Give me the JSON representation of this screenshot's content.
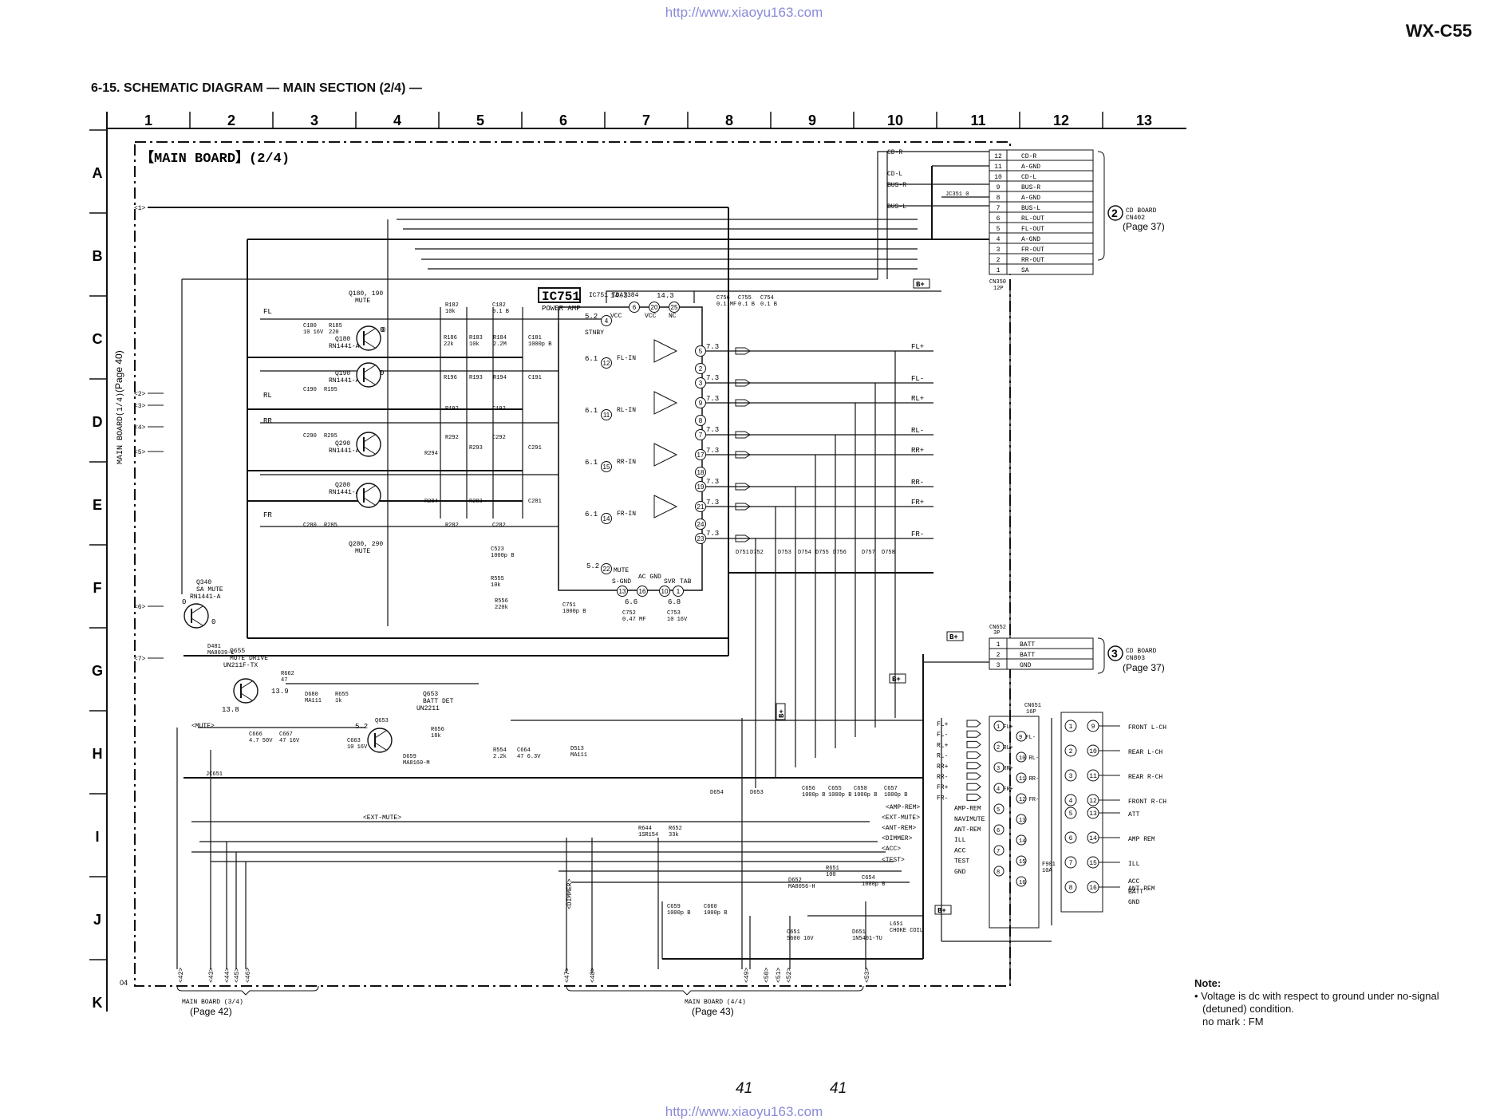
{
  "header": {
    "url_top": "http://www.xiaoyu163.com",
    "url_bottom": "http://www.xiaoyu163.com",
    "model": "WX-C55",
    "title": "6-15. SCHEMATIC DIAGRAM — MAIN SECTION (2/4) —"
  },
  "grid": {
    "columns": [
      "1",
      "2",
      "3",
      "4",
      "5",
      "6",
      "7",
      "8",
      "9",
      "10",
      "11",
      "12",
      "13"
    ],
    "rows": [
      "A",
      "B",
      "C",
      "D",
      "E",
      "F",
      "G",
      "H",
      "I",
      "J",
      "K"
    ]
  },
  "board": {
    "label": "【MAIN BOARD】(2/4)",
    "left_ref": "MAIN BOARD(1/4)",
    "left_page": "(Page 40)",
    "corner": "04"
  },
  "ic": {
    "name": "IC751",
    "part": "IC751 TDA7384",
    "desc": "POWER AMP",
    "vcc_labels": [
      "VCC",
      "VCC",
      "NC"
    ],
    "stby": "STNBY",
    "inputs": [
      "FL-IN",
      "RL-IN",
      "RR-IN",
      "FR-IN"
    ],
    "bottom_labels": [
      "MUTE",
      "S-GND",
      "AC GND",
      "SVR",
      "TAB"
    ],
    "voltages": [
      "14.3",
      "14.3",
      "5.2",
      "6.1",
      "6.1",
      "6.1",
      "6.1",
      "7.3",
      "7.3",
      "7.3",
      "7.3",
      "7.3",
      "7.3",
      "7.3",
      "7.3",
      "5.2",
      "6.6",
      "6.8"
    ]
  },
  "signals_left": [
    "FL",
    "RL",
    "RR",
    "FR"
  ],
  "outputs": [
    "FL+",
    "FL-",
    "RL+",
    "RL-",
    "RR+",
    "RR-",
    "FR+",
    "FR-"
  ],
  "transistors": [
    {
      "ref": "Q180, 190",
      "desc": "MUTE"
    },
    {
      "ref": "Q180",
      "part": "RN1441-A"
    },
    {
      "ref": "Q190",
      "part": "RN1441-A"
    },
    {
      "ref": "Q290",
      "part": "RN1441-A"
    },
    {
      "ref": "Q280",
      "part": "RN1441-A"
    },
    {
      "ref": "Q280, 290",
      "desc": "MUTE"
    },
    {
      "ref": "Q340",
      "desc": "SA MUTE",
      "part": "RN1441-A"
    },
    {
      "ref": "Q655",
      "desc": "MUTE DRIVE",
      "part": "UN211F-TX"
    },
    {
      "ref": "Q653",
      "desc": "BATT DET",
      "part": "UN2211"
    }
  ],
  "cn350": {
    "name": "CN350",
    "size": "12P",
    "pins": [
      {
        "num": "12",
        "label": "CD-R"
      },
      {
        "num": "11",
        "label": "A-GND"
      },
      {
        "num": "10",
        "label": "CD-L"
      },
      {
        "num": "9",
        "label": "BUS-R"
      },
      {
        "num": "8",
        "label": "A-GND"
      },
      {
        "num": "7",
        "label": "BUS-L"
      },
      {
        "num": "6",
        "label": "RL-OUT"
      },
      {
        "num": "5",
        "label": "FL-OUT"
      },
      {
        "num": "4",
        "label": "A-GND"
      },
      {
        "num": "3",
        "label": "FR-OUT"
      },
      {
        "num": "2",
        "label": "RR-OUT"
      },
      {
        "num": "1",
        "label": "SA"
      }
    ],
    "nets": [
      "CD-R",
      "CD-L",
      "BUS-R",
      "BUS-L"
    ],
    "jumper": "JC351  0"
  },
  "ref2": {
    "num": "2",
    "board": "CD BOARD",
    "conn": "CN402",
    "page": "(Page 37)"
  },
  "cn652": {
    "name": "CN652",
    "size": "3P",
    "pins": [
      {
        "num": "1",
        "label": "BATT"
      },
      {
        "num": "2",
        "label": "BATT"
      },
      {
        "num": "3",
        "label": "GND"
      }
    ]
  },
  "ref3": {
    "num": "3",
    "board": "CD BOARD",
    "conn": "CN803",
    "page": "(Page 37)"
  },
  "cn651": {
    "name": "CN651",
    "size": "16P",
    "left_labels": [
      "FL+",
      "FL-",
      "RL+",
      "RL-",
      "RR+",
      "RR-",
      "FR+",
      "FR-",
      "AMP-REM",
      "NAVIMUTE",
      "ANT-REM",
      "ILL",
      "ACC",
      "TEST",
      "GND"
    ],
    "pins": [
      "1 FL+",
      "9 FL-",
      "2 RL+",
      "10 RL-",
      "3 RR+",
      "11 RR-",
      "4 FR+",
      "12 FR-",
      "5",
      "13",
      "6",
      "14",
      "7",
      "15",
      "8",
      "16"
    ]
  },
  "plug": {
    "rows": [
      {
        "a": "1",
        "b": "9",
        "label": "FRONT L-CH"
      },
      {
        "a": "2",
        "b": "10",
        "label": "REAR L-CH"
      },
      {
        "a": "3",
        "b": "11",
        "label": "REAR R-CH"
      },
      {
        "a": "4",
        "b": "12",
        "label": "FRONT R-CH"
      },
      {
        "a": "5",
        "b": "13",
        "label": "ATT"
      },
      {
        "a": "6",
        "b": "14",
        "label": "AMP REM"
      },
      {
        "a": "7",
        "b": "15",
        "label": "ILL"
      },
      {
        "a": "8",
        "b": "16",
        "label": "ANT REM"
      }
    ],
    "extra": [
      "ACC",
      "BATT",
      "GND"
    ]
  },
  "bplus": "B+",
  "bus_labels": [
    "MUTE",
    "EXT-MUTE",
    "AMP-REM",
    "EXT-MUTE",
    "ANT-REM",
    "DIMMER",
    "ACC",
    "TEST",
    "DIMMER"
  ],
  "parts": [
    "C180",
    "R185",
    "C190",
    "R195",
    "C290",
    "R295",
    "C280",
    "R285",
    "R182",
    "C182",
    "R186",
    "R183",
    "R184",
    "C181",
    "R196",
    "R193",
    "R194",
    "C191",
    "R192",
    "C192",
    "R292",
    "C292",
    "R294",
    "R293",
    "C291",
    "R282",
    "C282",
    "R284",
    "R283",
    "C281",
    "C523",
    "R555",
    "R556",
    "C751",
    "C752",
    "C753",
    "C756",
    "C755",
    "C754",
    "D751",
    "D752",
    "D753",
    "D754",
    "D755",
    "D756",
    "D757",
    "D758",
    "D481",
    "R662",
    "D680",
    "R655",
    "Q653",
    "R656",
    "C666",
    "C667",
    "C663",
    "D659",
    "R554",
    "C664",
    "D513",
    "JC651",
    "D654",
    "D653",
    "C656",
    "C655",
    "C658",
    "C657",
    "R644",
    "R652",
    "C659",
    "C660",
    "R651",
    "D652",
    "C654",
    "C651",
    "D651",
    "L651",
    "F901"
  ],
  "part_values": {
    "C180": "10 16V",
    "R185": "220",
    "R182": "10k",
    "C182": "0.1 B",
    "R186": "22k",
    "R183": "10k",
    "R184": "2.2M",
    "C181": "1000p B",
    "R655": "1k",
    "R662": "47",
    "R656": "18k",
    "C663": "10 16V",
    "C664": "47 6.3V",
    "R554": "2.2k",
    "R644": "1SR154",
    "R652": "33k",
    "C659": "1000p B",
    "C660": "1000p B",
    "R651": "100",
    "C654": "1000p B",
    "C651": "5600 16V",
    "L651": "CHOKE COIL",
    "F901": "10A",
    "D680": "MA111",
    "D513": "MA111",
    "D659": "MA8160-M",
    "D651": "1N5401-TU",
    "D652": "MA8056-H",
    "D481": "MA8039-L",
    "R555": "10k",
    "R556": "220k",
    "C523": "1000p B",
    "C751": "1000p B",
    "C752": "0.47 MF",
    "C753": "10 16V",
    "C754": "0.1 B",
    "C755": "0.1 B",
    "C756": "0.1 MF",
    "C656": "1000p B",
    "C655": "1000p B",
    "C658": "1000p B",
    "C657": "1000p B",
    "C666": "4.7 50V",
    "C667": "47 16V"
  },
  "node_voltages": [
    "0",
    "0",
    "0",
    "13.8",
    "13.9",
    "5.2",
    "0",
    "0"
  ],
  "left_port_nums": [
    "1",
    "2",
    "3",
    "4",
    "5",
    "6",
    "7"
  ],
  "bottom_refs": {
    "left": {
      "label": "MAIN BOARD (3/4)",
      "page": "(Page 42)",
      "ports": [
        "42",
        "43",
        "44",
        "45",
        "46"
      ]
    },
    "right": {
      "label": "MAIN BOARD (4/4)",
      "page": "(Page 43)",
      "ports": [
        "47",
        "48",
        "49",
        "50",
        "51",
        "52",
        "53"
      ]
    }
  },
  "note": {
    "title": "Note:",
    "lines": [
      "• Voltage is dc with respect to ground under no-signal",
      "(detuned) condition.",
      "no mark : FM"
    ]
  },
  "page_numbers": [
    "41",
    "41"
  ],
  "colors": {
    "ink": "#111111",
    "accent": "#8a8ad8",
    "watermark": "#f1c9c9"
  }
}
